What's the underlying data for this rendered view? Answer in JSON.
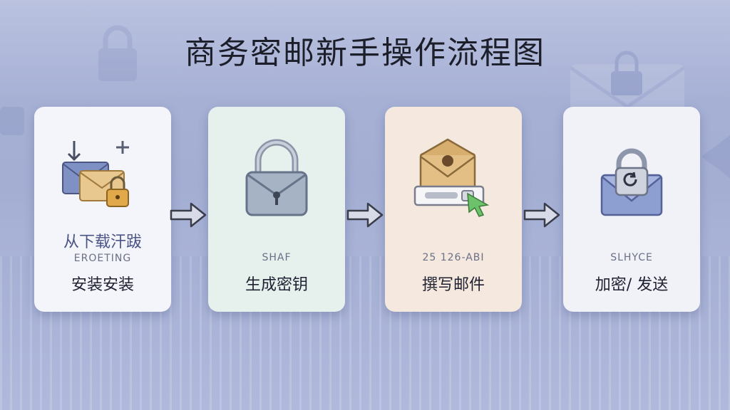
{
  "title": "商务密邮新手操作流程图",
  "steps": [
    {
      "line1": "从下载汗跋",
      "line2": "EROETING",
      "label": "安装安装",
      "icon": "download-mail-lock-icon",
      "bg": "#f4f5fb"
    },
    {
      "line2": "SHAF",
      "label": "生成密钥",
      "icon": "padlock-icon",
      "bg": "#e6f1ee"
    },
    {
      "line2": "25 126-ABI",
      "label": "撰写邮件",
      "icon": "compose-mail-cursor-icon",
      "bg": "#f5e9df"
    },
    {
      "line2": "SLHYCE",
      "label": "加密/ 发送",
      "icon": "encrypted-mail-icon",
      "bg": "#f1f2f8"
    }
  ],
  "colors": {
    "background": "#a9b3d6",
    "envelope_blue": "#7f90c4",
    "envelope_tan": "#e8c88f",
    "lock_gold": "#e2a94a",
    "lock_grey": "#a6b3c4",
    "cursor_green": "#6cc26a",
    "arrow": "#3a3d4a"
  }
}
